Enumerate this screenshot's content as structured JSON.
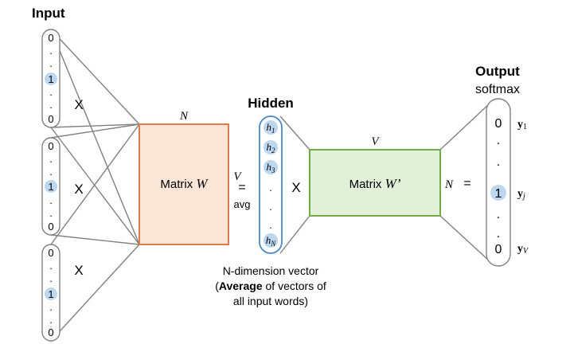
{
  "input": {
    "title": "Input",
    "vectors": [
      {
        "top": "0",
        "dots1": ".",
        "dots2": ".",
        "hot": "1",
        "dots3": ".",
        "dots4": ".",
        "bottom": "0",
        "op": "X"
      },
      {
        "top": "0",
        "dots1": ".",
        "dots2": ".",
        "hot": "1",
        "dots3": ".",
        "dots4": ".",
        "bottom": "0",
        "op": "X"
      },
      {
        "top": "0",
        "dots1": ".",
        "dots2": ".",
        "hot": "1",
        "dots3": ".",
        "dots4": ".",
        "bottom": "0",
        "op": "X"
      }
    ]
  },
  "matrix_w": {
    "label_prefix": "Matrix ",
    "label_symbol": "W",
    "top_dim": "N",
    "left_dim": "V"
  },
  "avg": {
    "eq": "=",
    "label": "avg"
  },
  "hidden": {
    "title": "Hidden",
    "items": [
      "h",
      "h",
      "h",
      ".",
      ".",
      ".",
      "h"
    ],
    "subs": [
      "1",
      "2",
      "3",
      "",
      "",
      "",
      "N"
    ],
    "caption_line1": "N-dimension vector",
    "caption_open": "(",
    "caption_bold": "Average",
    "caption_rest": " of vectors of",
    "caption_line3": "all input words)",
    "op": "X"
  },
  "matrix_w2": {
    "label_prefix": "Matrix ",
    "label_symbol": "W’",
    "top_dim": "V",
    "right_dim": "N",
    "eq": "="
  },
  "output": {
    "title": "Output",
    "subtitle": "softmax",
    "values": [
      "0",
      ".",
      ".",
      "1",
      ".",
      ".",
      "0"
    ],
    "y_labels": [
      {
        "base": "y",
        "sub": "1"
      },
      {
        "base": "y",
        "sub": "j"
      },
      {
        "base": "y",
        "sub": "V"
      }
    ]
  },
  "colors": {
    "matrix_w_fill": "#fbe5d6",
    "matrix_w_stroke": "#e07b4a",
    "matrix_w2_fill": "#e2efd9",
    "matrix_w2_stroke": "#70ad47",
    "hidden_stroke": "#4a86c8",
    "highlight": "#bcd7f0",
    "line": "#808080"
  }
}
